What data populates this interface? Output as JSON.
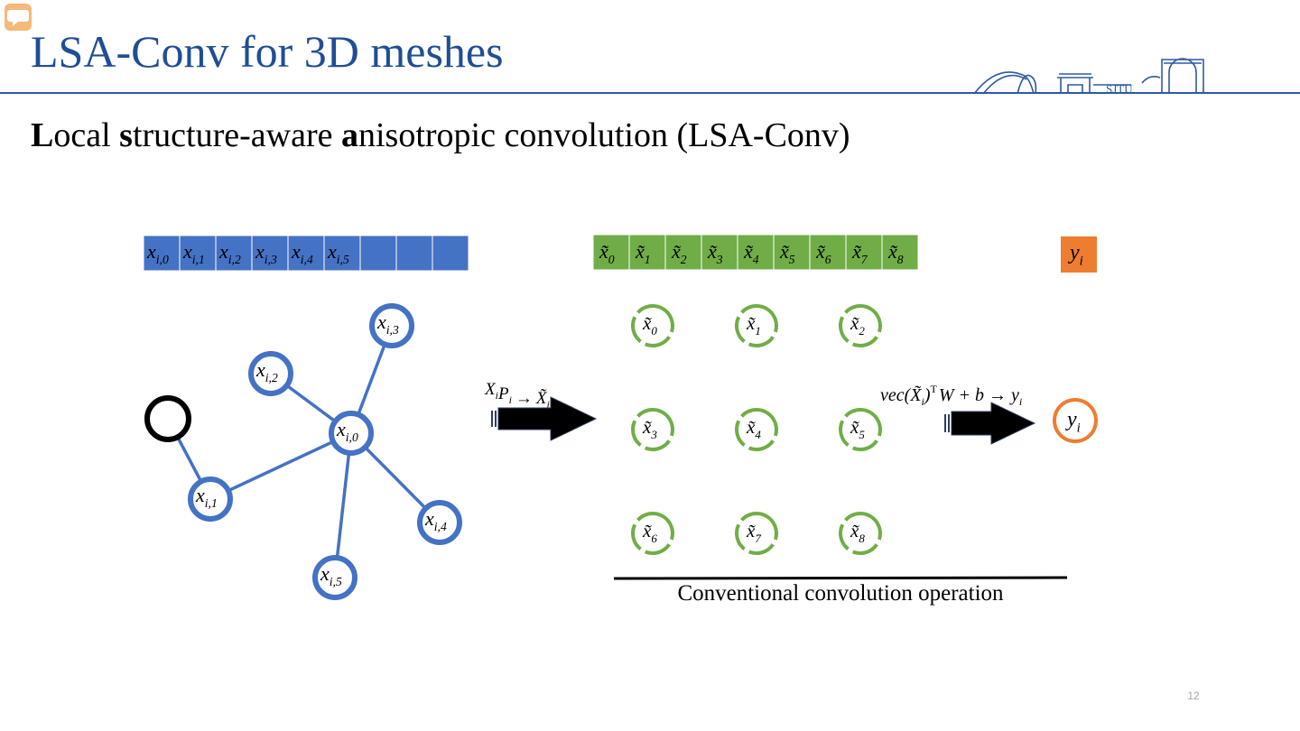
{
  "slide": {
    "title": "LSA-Conv for 3D meshes",
    "subtitle_parts": [
      {
        "text": "L",
        "bold": true
      },
      {
        "text": "ocal ",
        "bold": false
      },
      {
        "text": "s",
        "bold": true
      },
      {
        "text": "tructure-aware ",
        "bold": false
      },
      {
        "text": "a",
        "bold": true
      },
      {
        "text": "nisotropic convolution (LSA-Conv)",
        "bold": false
      }
    ],
    "page_number": "12",
    "logo_text": "SJTU"
  },
  "colors": {
    "title": "#1f4e96",
    "blue_cells": "#4472c4",
    "green_cells": "#70ad47",
    "orange": "#ed7d31",
    "node_ring": "#4472c4",
    "green_ring": "#70ad47",
    "arrow": "#000000"
  },
  "diagram": {
    "input_vector": {
      "cells": [
        {
          "base": "x",
          "sub": "i,0"
        },
        {
          "base": "x",
          "sub": "i,1"
        },
        {
          "base": "x",
          "sub": "i,2"
        },
        {
          "base": "x",
          "sub": "i,3"
        },
        {
          "base": "x",
          "sub": "i,4"
        },
        {
          "base": "x",
          "sub": "i,5"
        },
        {
          "base": "",
          "sub": ""
        },
        {
          "base": "",
          "sub": ""
        },
        {
          "base": "",
          "sub": ""
        }
      ]
    },
    "graph": {
      "center": {
        "base": "x",
        "sub": "i,0"
      },
      "neighbors": [
        {
          "base": "x",
          "sub": "i,1"
        },
        {
          "base": "x",
          "sub": "i,2"
        },
        {
          "base": "x",
          "sub": "i,3"
        },
        {
          "base": "x",
          "sub": "i,4"
        },
        {
          "base": "x",
          "sub": "i,5"
        }
      ]
    },
    "transform_label": {
      "lhs": "X",
      "lhs_sub": "i",
      "mid": "P",
      "mid_sub": "i",
      "arrow": "→",
      "rhs": "X̃",
      "rhs_sub": "i"
    },
    "output_vector": {
      "cells": [
        {
          "base": "x̃",
          "sub": "0"
        },
        {
          "base": "x̃",
          "sub": "1"
        },
        {
          "base": "x̃",
          "sub": "2"
        },
        {
          "base": "x̃",
          "sub": "3"
        },
        {
          "base": "x̃",
          "sub": "4"
        },
        {
          "base": "x̃",
          "sub": "5"
        },
        {
          "base": "x̃",
          "sub": "6"
        },
        {
          "base": "x̃",
          "sub": "7"
        },
        {
          "base": "x̃",
          "sub": "8"
        }
      ]
    },
    "grid_nodes": [
      {
        "base": "x̃",
        "sub": "0"
      },
      {
        "base": "x̃",
        "sub": "1"
      },
      {
        "base": "x̃",
        "sub": "2"
      },
      {
        "base": "x̃",
        "sub": "3"
      },
      {
        "base": "x̃",
        "sub": "4"
      },
      {
        "base": "x̃",
        "sub": "5"
      },
      {
        "base": "x̃",
        "sub": "6"
      },
      {
        "base": "x̃",
        "sub": "7"
      },
      {
        "base": "x̃",
        "sub": "8"
      }
    ],
    "conv_label": {
      "prefix": "vec(",
      "mat": "X̃",
      "mat_sub": "i",
      "close": ")",
      "sup": "T",
      "rest": "W + b → ",
      "out": "y",
      "out_sub": "i"
    },
    "output_box": {
      "base": "y",
      "sub": "i"
    },
    "output_node": {
      "base": "y",
      "sub": "i"
    },
    "caption": "Conventional convolution operation"
  }
}
